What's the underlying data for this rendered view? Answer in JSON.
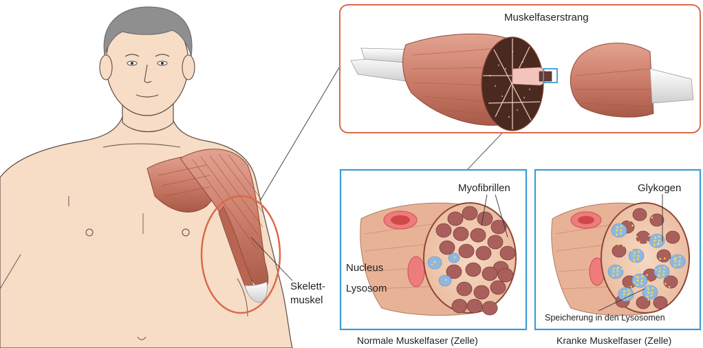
{
  "labels": {
    "fiber_bundle": "Muskelfaserstrang",
    "myofibrils": "Myofibrillen",
    "glycogen": "Glykogen",
    "nucleus": "Nucleus",
    "lysosome": "Lysosom",
    "skeletal_muscle_line1": "Skelett-",
    "skeletal_muscle_line2": "muskel",
    "storage": "Speicherung in den Lysosomen"
  },
  "captions": {
    "normal": "Normale Muskelfaser (Zelle)",
    "diseased": "Kranke Muskelfaser (Zelle)"
  },
  "colors": {
    "skin": "#f7dcc6",
    "skin_outline": "#5a4a40",
    "hair": "#8f8f8f",
    "muscle": "#c97a66",
    "muscle_dark": "#9c4e3f",
    "tendon": "#eeeeee",
    "myofibril": "#a9605d",
    "lysosome": "#8fb8e0",
    "glycogen": "#f2d65a",
    "frame_orange": "#d9694a",
    "frame_blue": "#3a9bd5"
  }
}
